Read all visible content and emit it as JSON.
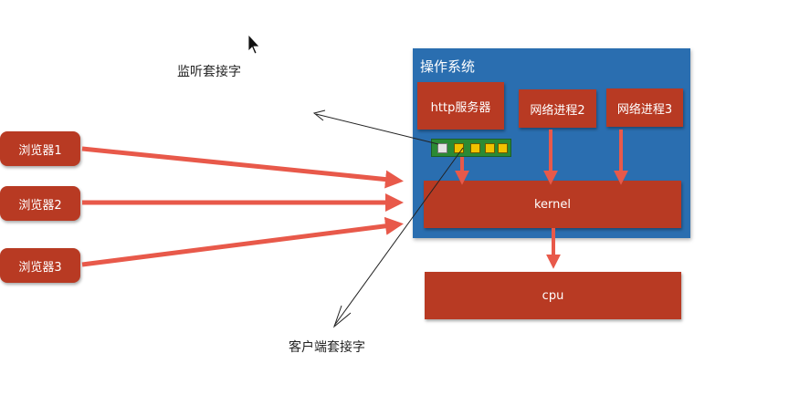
{
  "os": {
    "title": "操作系统"
  },
  "http_server": {
    "label": "http服务器"
  },
  "processes": [
    "网络进程2",
    "网络进程3"
  ],
  "kernel": {
    "label": "kernel"
  },
  "cpu": {
    "label": "cpu"
  },
  "browsers": [
    "浏览器1",
    "浏览器2",
    "浏览器3"
  ],
  "annotations": {
    "listen_socket": "监听套接字",
    "client_socket": "客户端套接字"
  },
  "queue_slots": [
    "empty",
    "filled",
    "filled",
    "filled",
    "filled"
  ],
  "colors": {
    "box_red": "#b83a23",
    "arrow_red": "#e8594a",
    "os_blue": "#2a6eb0",
    "queue_green": "#2b8a34",
    "slot_yellow": "#f2c200"
  }
}
